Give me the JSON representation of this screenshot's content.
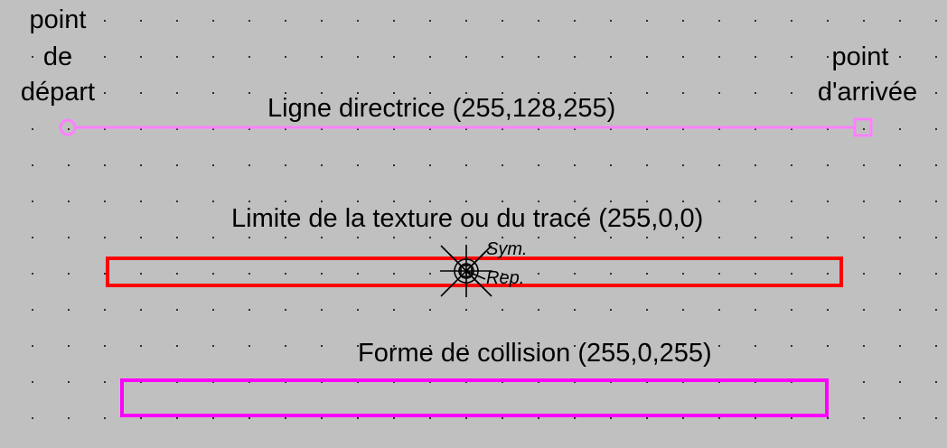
{
  "start_point": {
    "line1": "point",
    "line2": "de",
    "line3": "départ"
  },
  "end_point": {
    "line1": "point",
    "line2": "d'arrivée"
  },
  "guide_line": {
    "label": "Ligne directrice (255,128,255)",
    "color": "#ff80ff"
  },
  "texture_limit": {
    "label": "Limite de la texture ou du tracé (255,0,0)",
    "color": "#ff0000"
  },
  "collision_shape": {
    "label": "Forme de collision (255,0,255)",
    "color": "#ff00ff"
  },
  "marker": {
    "sym_label": "Sym.",
    "rep_label": "Rep."
  }
}
